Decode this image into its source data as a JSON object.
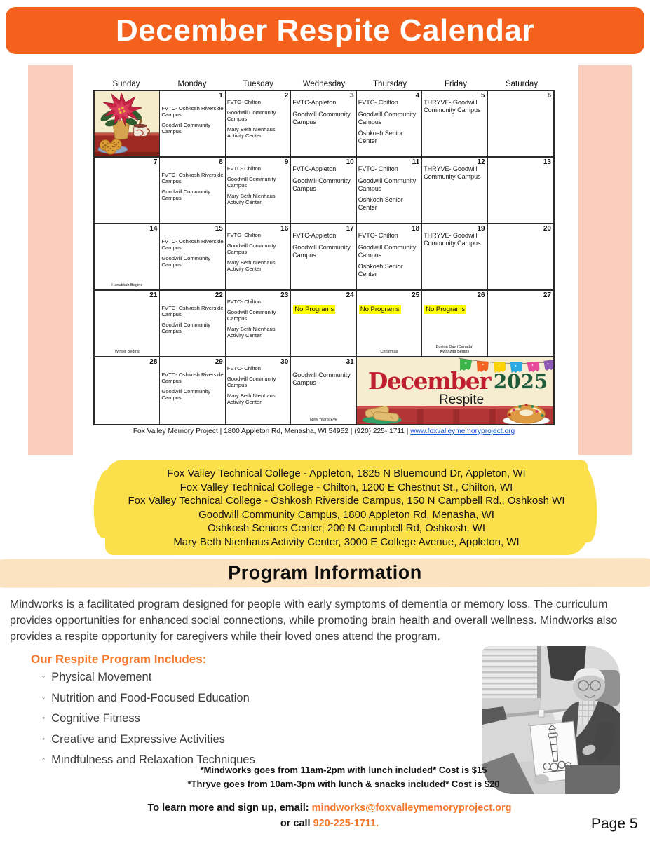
{
  "page": {
    "title": "December Respite Calendar",
    "page_number": "Page 5"
  },
  "colors": {
    "header_orange": "#F4611C",
    "salmon_background": "#FBCEBB",
    "no_programs_highlight": "#FFFF00",
    "locations_yellow": "#FBDF4B",
    "program_band_peach": "#FBE2C0",
    "accent_orange": "#F4772A",
    "footer_link_blue": "#1155CC",
    "banner_red": "#BE1E2D",
    "banner_green": "#1F5B3B"
  },
  "calendar": {
    "day_headers": [
      "Sunday",
      "Monday",
      "Tuesday",
      "Wednesday",
      "Thursday",
      "Friday",
      "Saturday"
    ],
    "banner": {
      "month": "December",
      "year": "2025",
      "label": "Respite"
    },
    "footer_text": "Fox Valley Memory Project | 1800 Appleton Rd, Menasha, WI 54952 | (920) 225- 1711 | ",
    "footer_link": "www.foxvalleymemoryproject.org",
    "cells": [
      {
        "type": "image"
      },
      {
        "day": "1",
        "gap_top": true,
        "events": [
          "FVTC- Oshkosh Riverside Campus",
          "Goodwill Community Campus"
        ]
      },
      {
        "day": "2",
        "events": [
          "FVTC- Chilton",
          "Goodwill Community Campus",
          "Mary Beth Nienhaus Activity Center"
        ]
      },
      {
        "day": "3",
        "events": [
          "FVTC-Appleton",
          "Goodwill Community Campus"
        ]
      },
      {
        "day": "4",
        "events": [
          "FVTC- Chilton",
          "Goodwill Community Campus",
          "Oshkosh Senior Center"
        ]
      },
      {
        "day": "5",
        "events": [
          "THRYVE- Goodwill Community Campus"
        ]
      },
      {
        "day": "6",
        "events": []
      },
      {
        "day": "7",
        "events": []
      },
      {
        "day": "8",
        "gap_top": true,
        "events": [
          "FVTC- Oshkosh Riverside Campus",
          "Goodwill Community Campus"
        ]
      },
      {
        "day": "9",
        "events": [
          "FVTC- Chilton",
          "Goodwill Community Campus",
          "Mary Beth Nienhaus Activity Center"
        ]
      },
      {
        "day": "10",
        "events": [
          "FVTC-Appleton",
          "Goodwill Community Campus"
        ]
      },
      {
        "day": "11",
        "events": [
          "FVTC- Chilton",
          "Goodwill Community Campus",
          "Oshkosh Senior Center"
        ]
      },
      {
        "day": "12",
        "events": [
          "THRYVE- Goodwill Community Campus"
        ]
      },
      {
        "day": "13",
        "events": []
      },
      {
        "day": "14",
        "events": [],
        "notes": [
          "Hanukkah Begins"
        ]
      },
      {
        "day": "15",
        "gap_top": true,
        "events": [
          "FVTC- Oshkosh Riverside Campus",
          "Goodwill Community Campus"
        ]
      },
      {
        "day": "16",
        "events": [
          "FVTC- Chilton",
          "Goodwill Community Campus",
          "Mary Beth Nienhaus Activity Center"
        ]
      },
      {
        "day": "17",
        "events": [
          "FVTC-Appleton",
          "Goodwill Community Campus"
        ]
      },
      {
        "day": "18",
        "events": [
          "FVTC- Chilton",
          "Goodwill Community Campus",
          "Oshkosh Senior Center"
        ]
      },
      {
        "day": "19",
        "events": [
          "THRYVE- Goodwill Community Campus"
        ]
      },
      {
        "day": "20",
        "events": []
      },
      {
        "day": "21",
        "events": [],
        "notes": [
          "Winter Begins"
        ]
      },
      {
        "day": "22",
        "gap_top": true,
        "events": [
          "FVTC- Oshkosh Riverside Campus",
          "Goodwill Community Campus"
        ]
      },
      {
        "day": "23",
        "events": [
          "FVTC- Chilton",
          "Goodwill Community Campus",
          "Mary Beth Nienhaus Activity Center"
        ]
      },
      {
        "day": "24",
        "events": [],
        "highlight": "No Programs"
      },
      {
        "day": "25",
        "events": [],
        "highlight": "No Programs",
        "notes": [
          "Christmas"
        ]
      },
      {
        "day": "26",
        "events": [],
        "highlight": "No Programs",
        "notes": [
          "Boxing Day (Canada)",
          "Kwanzaa Begins"
        ]
      },
      {
        "day": "27",
        "events": []
      },
      {
        "day": "28",
        "events": []
      },
      {
        "day": "29",
        "gap_top": true,
        "events": [
          "FVTC- Oshkosh Riverside Campus",
          "Goodwill Community Campus"
        ]
      },
      {
        "day": "30",
        "events": [
          "FVTC- Chilton",
          "Goodwill Community Campus",
          "Mary Beth Nienhaus Activity Center"
        ]
      },
      {
        "day": "31",
        "gap_top": true,
        "events": [
          "Goodwill Community Campus"
        ],
        "notes": [
          "New Year's Eve"
        ]
      },
      {
        "type": "banner"
      }
    ]
  },
  "locations": [
    "Fox Valley Technical College - Appleton, 1825 N Bluemound Dr, Appleton, WI",
    "Fox Valley Technical College - Chilton, 1200 E Chestnut St., Chilton, WI",
    "Fox Valley Technical College - Oshkosh Riverside Campus, 150 N Campbell Rd., Oshkosh WI",
    "Goodwill Community Campus, 1800 Appleton Rd, Menasha, WI",
    "Oshkosh Seniors Center, 200 N Campbell Rd, Oshkosh, WI",
    "Mary Beth Nienhaus Activity Center, 3000 E College Avenue, Appleton, WI"
  ],
  "program_information": {
    "heading": "Program Information",
    "description": "Mindworks is a facilitated program designed for people with early symptoms of dementia or memory loss. The curriculum provides opportunities for enhanced social connections, while promoting brain health and overall wellness.  Mindworks also provides a respite opportunity for caregivers while their loved ones attend the program."
  },
  "respite_program": {
    "heading": "Our Respite Program Includes:",
    "items": [
      "Physical Movement",
      "Nutrition and Food-Focused Education",
      "Cognitive Fitness",
      "Creative and Expressive Activities",
      "Mindfulness and Relaxation Techniques"
    ]
  },
  "notes": [
    "*Mindworks goes from 11am-2pm with lunch included* Cost is $15",
    "*Thryve goes from 10am-3pm with lunch & snacks included* Cost is $20"
  ],
  "contact": {
    "email_prefix": "To learn more and sign up, email: ",
    "email": "mindworks@foxvalleymemoryproject.org",
    "phone_prefix": "or call ",
    "phone": "920-225-1711."
  }
}
